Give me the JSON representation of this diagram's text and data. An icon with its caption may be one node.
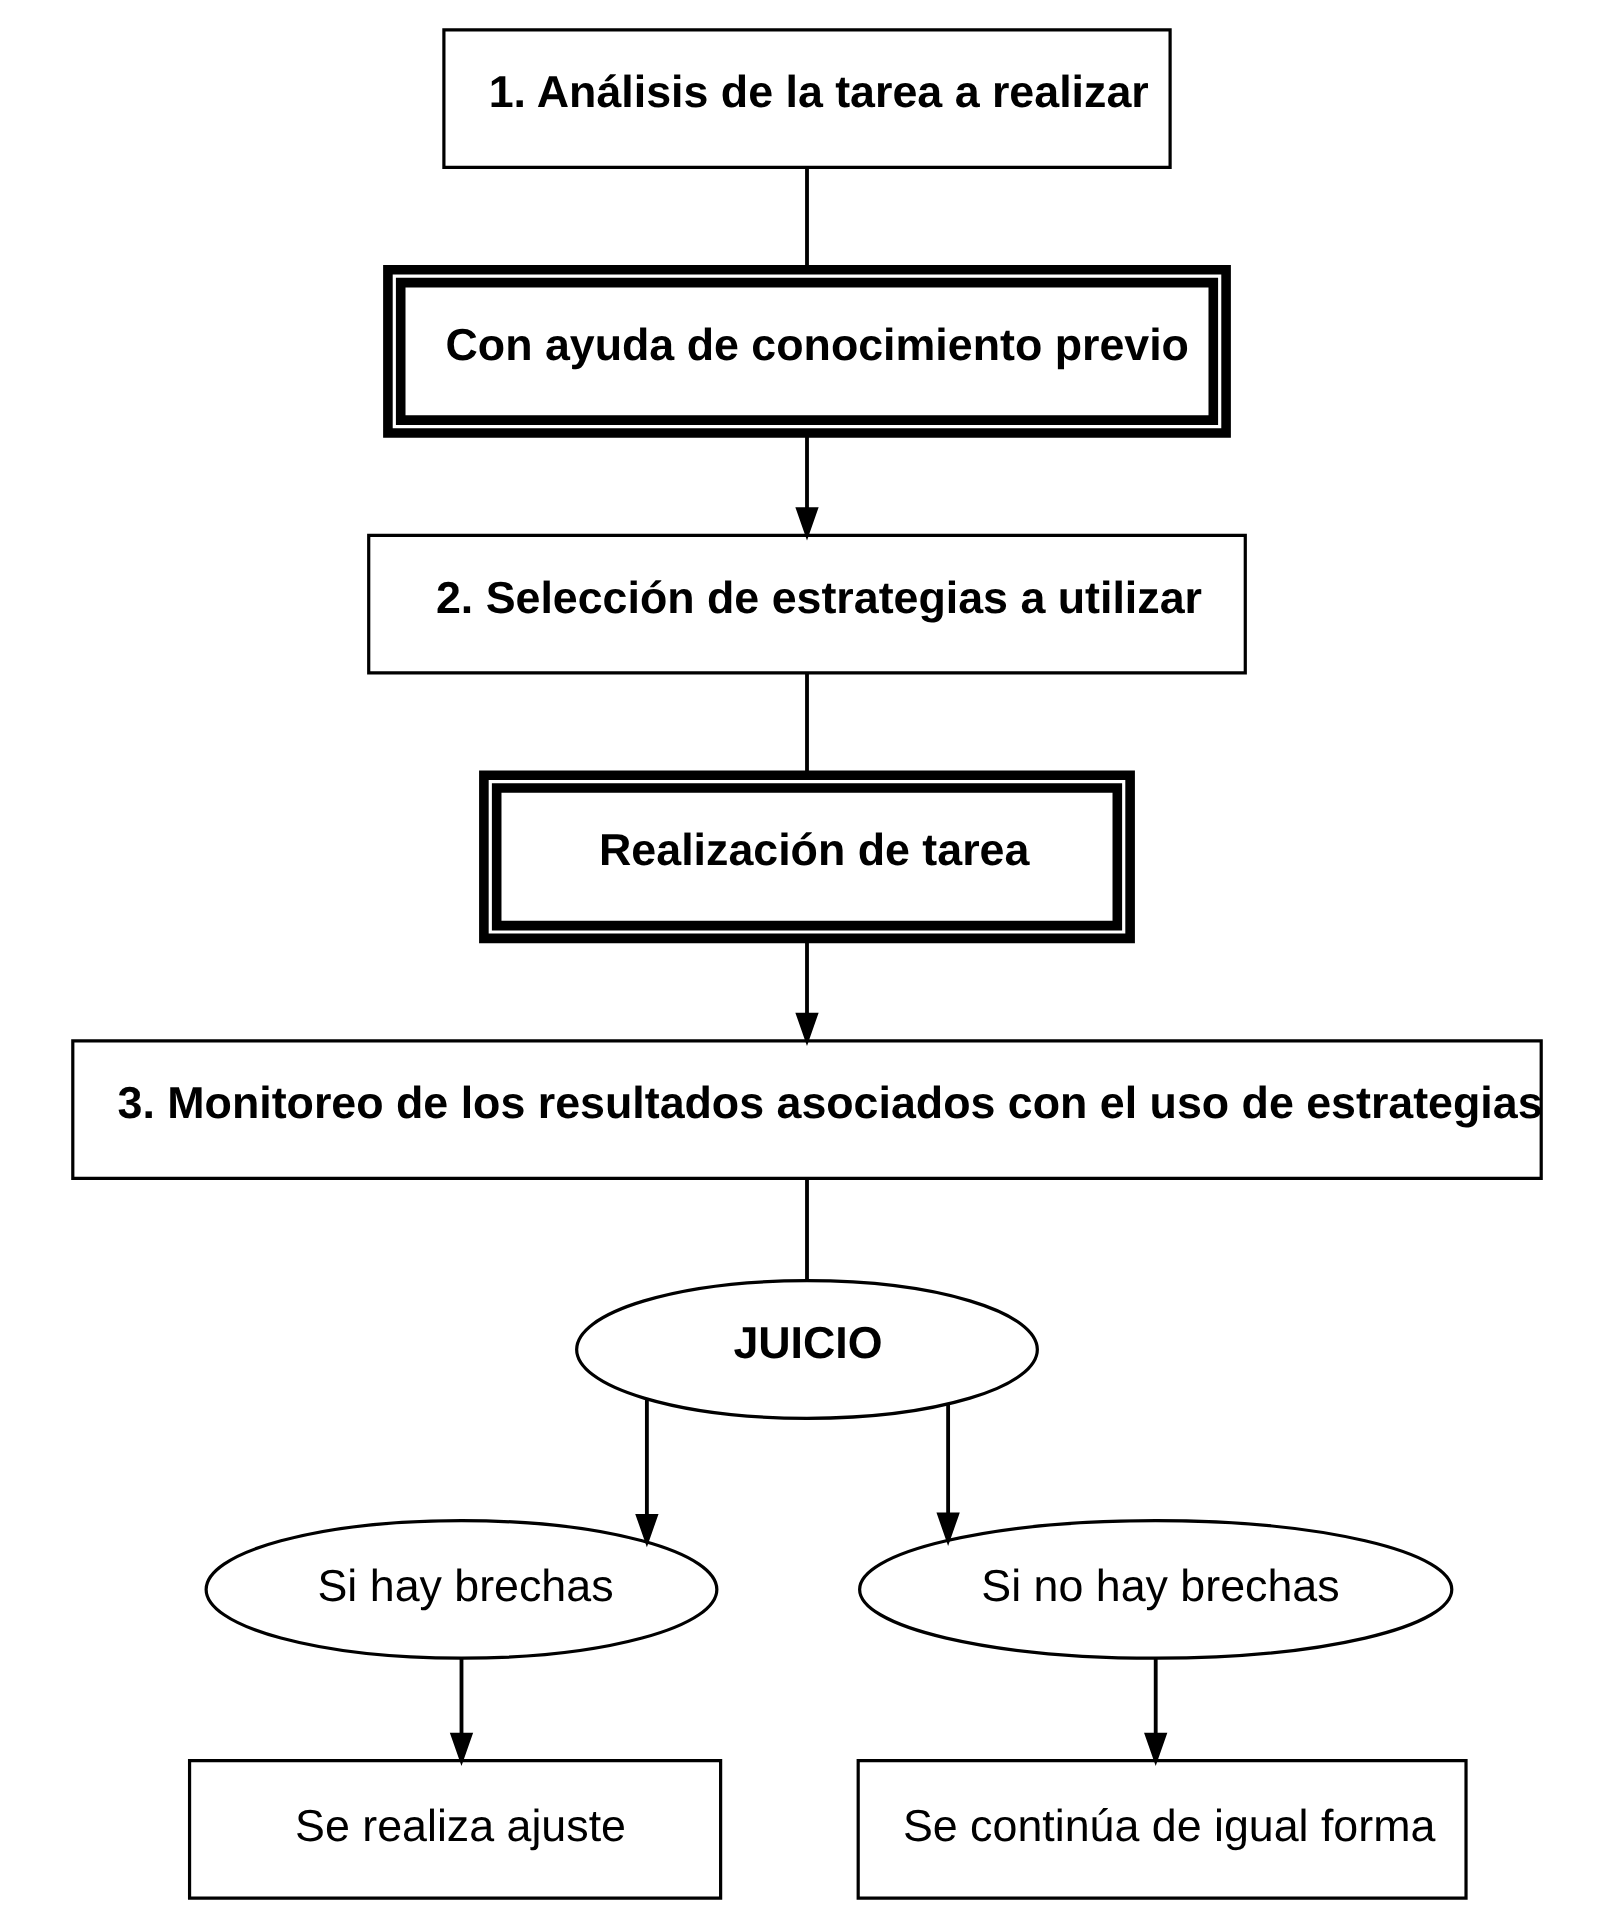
{
  "diagram": {
    "nodes": [
      {
        "text": [
          "1. Análisis de la tarea a realizar"
        ]
      },
      {
        "text": [
          "Con ayuda de conocimiento previo"
        ]
      },
      {
        "text": [
          "2. Selección de estrategias a utilizar"
        ]
      },
      {
        "text": [
          "Realización de tarea"
        ]
      },
      {
        "text": [
          "3. Monitoreo de los resultados asociados con el uso de estrategias"
        ]
      },
      {
        "text": [
          "JUICIO"
        ]
      },
      {
        "text": [
          "Si hay brechas"
        ]
      },
      {
        "text": [
          "Si no hay brechas"
        ]
      },
      {
        "text": [
          "Se realiza ajuste"
        ]
      },
      {
        "text": [
          "Se continúa de igual forma"
        ]
      }
    ],
    "edges": [
      {
        "from": 0,
        "to": 1,
        "arrow": "none"
      },
      {
        "from": 1,
        "to": 2,
        "arrow": "to"
      },
      {
        "from": 2,
        "to": 3,
        "arrow": "none"
      },
      {
        "from": 3,
        "to": 4,
        "arrow": "to"
      },
      {
        "from": 4,
        "to": 5,
        "arrow": "none"
      },
      {
        "from": 5,
        "to": 6,
        "arrow": "to"
      },
      {
        "from": 5,
        "to": 7,
        "arrow": "to"
      },
      {
        "from": 6,
        "to": 8,
        "arrow": "to"
      },
      {
        "from": 7,
        "to": 9,
        "arrow": "to"
      }
    ]
  }
}
